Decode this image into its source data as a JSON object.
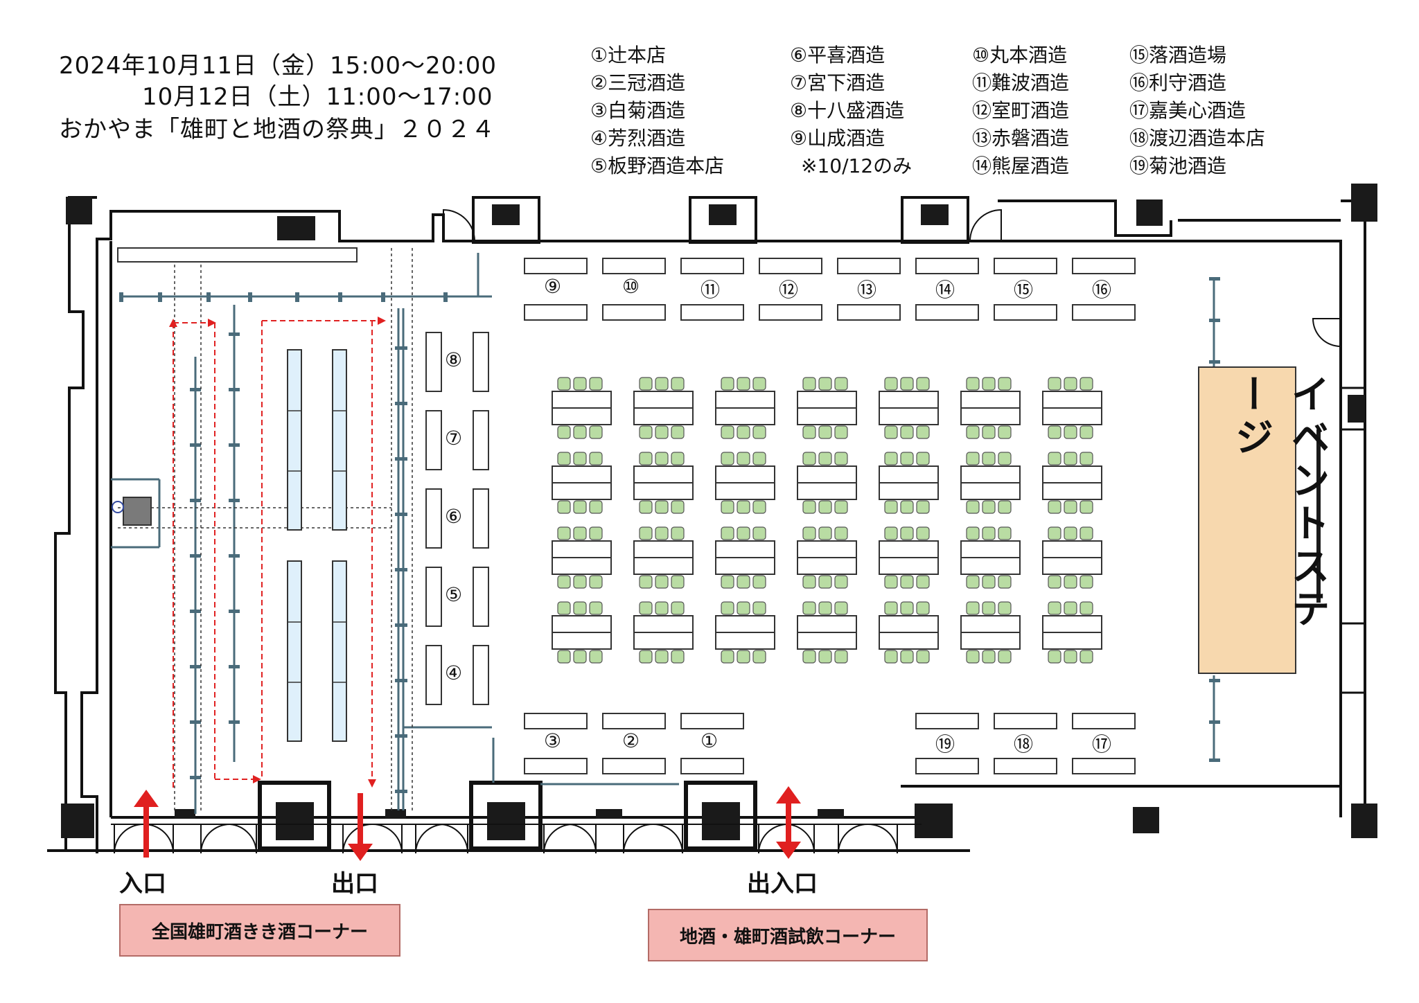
{
  "header": {
    "line1": "2024年10月11日（金）15:00～20:00",
    "line2": "10月12日（土）11:00～17:00",
    "line3": "おかやま「雄町と地酒の祭典」２０２４"
  },
  "breweries": {
    "col1": [
      "①辻本店",
      "②三冠酒造",
      "③白菊酒造",
      "④芳烈酒造",
      "⑤板野酒造本店"
    ],
    "col2": [
      "⑥平喜酒造",
      "⑦宮下酒造",
      "⑧十八盛酒造",
      "⑨山成酒造",
      "※10/12のみ"
    ],
    "col3": [
      "⑩丸本酒造",
      "⑪難波酒造",
      "⑫室町酒造",
      "⑬赤磐酒造",
      "⑭熊屋酒造"
    ],
    "col4": [
      "⑮落酒造場",
      "⑯利守酒造",
      "⑰嘉美心酒造",
      "⑱渡辺酒造本店",
      "⑲菊池酒造"
    ]
  },
  "booths": {
    "top": [
      "⑨",
      "⑩",
      "⑪",
      "⑫",
      "⑬",
      "⑭",
      "⑮",
      "⑯"
    ],
    "left": [
      "⑧",
      "⑦",
      "⑥",
      "⑤",
      "④"
    ],
    "bottom_left": [
      "③",
      "②",
      "①"
    ],
    "bottom_right": [
      "⑲",
      "⑱",
      "⑰"
    ]
  },
  "stage": {
    "label": "イベントステージ"
  },
  "doors": {
    "entrance": "入口",
    "exit": "出口",
    "entrance_exit": "出入口"
  },
  "corners": {
    "left": "全国雄町酒きき酒コーナー",
    "right": "地酒・雄町酒試飲コーナー"
  },
  "colors": {
    "stage_fill": "#f7d8ae",
    "seat_fill": "#b9dca3",
    "corner_fill": "#f4b6b2",
    "arrow": "#e02020",
    "tasting_table": "#dff0fb"
  }
}
